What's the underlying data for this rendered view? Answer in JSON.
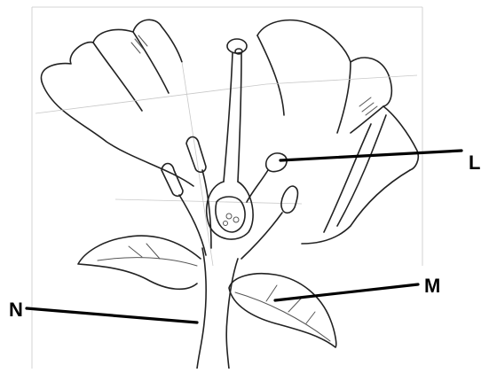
{
  "labels": {
    "L": "L",
    "M": "M",
    "N": "N"
  }
}
